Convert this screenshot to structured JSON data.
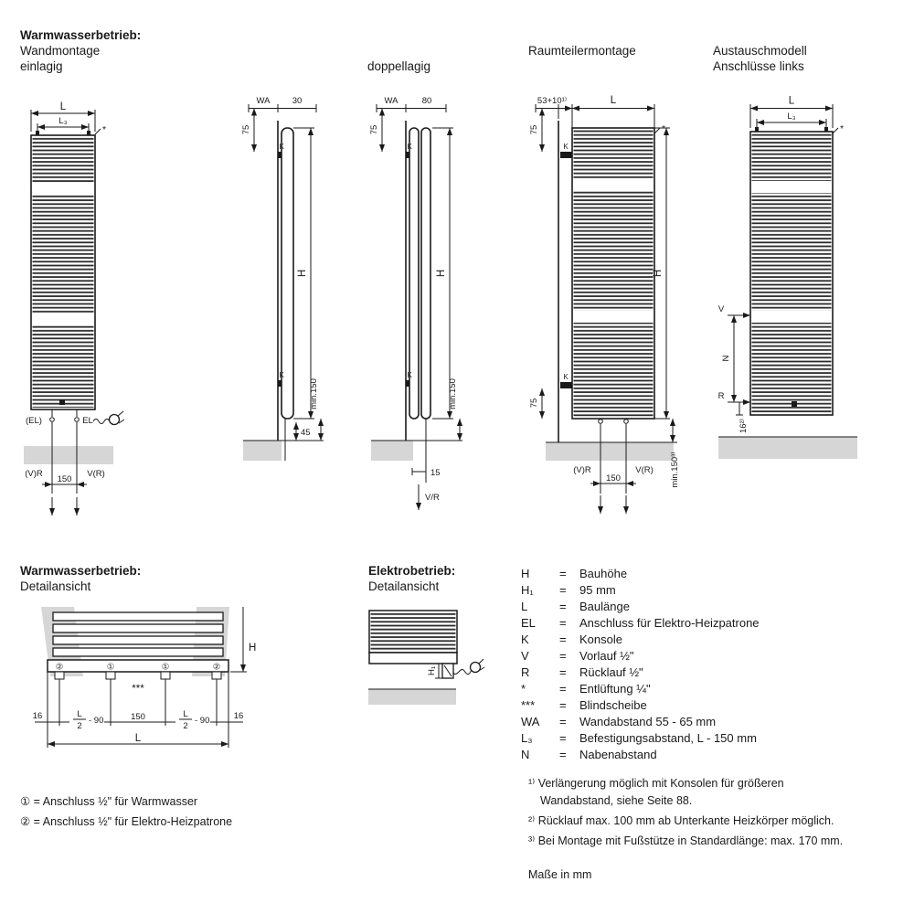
{
  "headers": {
    "top_left_title": "Warmwasserbetrieb:",
    "top_left_sub1": "Wandmontage",
    "top_left_sub2": "einlagig",
    "doppellagig": "doppellagig",
    "raumteiler": "Raumteilermontage",
    "austausch1": "Austauschmodell",
    "austausch2": "Anschlüsse links",
    "detail_title": "Warmwasserbetrieb:",
    "detail_sub": "Detailansicht",
    "electric_title": "Elektrobetrieb:",
    "electric_sub": "Detailansicht"
  },
  "d1": {
    "L": "L",
    "L3": "L₃",
    "vent": "*",
    "el_left": "(EL)",
    "el_right": "EL",
    "vr_left": "(V)R",
    "vr_right": "V(R)",
    "d150": "150"
  },
  "d2": {
    "WA": "WA",
    "d30": "30",
    "d75": "75",
    "k_top": "K",
    "k_bot": "K",
    "H": "H",
    "min150": "min.150",
    "d45": "45"
  },
  "d3": {
    "WA": "WA",
    "d80": "80",
    "d75": "75",
    "k_top": "K",
    "k_bot": "K",
    "H": "H",
    "min150": "min.150",
    "d15": "15",
    "vr": "V/R"
  },
  "d4": {
    "d53": "53+10¹⁾",
    "L": "L",
    "d75_top": "75",
    "d75_bot": "75",
    "k_top": "K",
    "k_bot": "K",
    "vent": "*",
    "H": "H",
    "vr_left": "(V)R",
    "vr_right": "V(R)",
    "d150": "150",
    "min150": "min.150³⁾"
  },
  "d5": {
    "L": "L",
    "L3": "L₃",
    "vent": "*",
    "V": "V",
    "N": "N",
    "R": "R",
    "d16": "16²⁾"
  },
  "detail": {
    "H": "H",
    "c2_left": "②",
    "c1_left": "①",
    "c1_right": "①",
    "c2_right": "②",
    "stars": "***",
    "d16_left": "16",
    "d16_right": "16",
    "frac_num": "L",
    "frac_den": "2",
    "frac_suffix": "- 90",
    "d150": "150",
    "L": "L"
  },
  "electric": {
    "H1": "H₁"
  },
  "legend": {
    "rows": [
      {
        "sym": "H",
        "eq": "=",
        "text": "Bauhöhe"
      },
      {
        "sym": "H₁",
        "eq": "=",
        "text": "95 mm"
      },
      {
        "sym": "L",
        "eq": "=",
        "text": "Baulänge"
      },
      {
        "sym": "EL",
        "eq": "=",
        "text": "Anschluss für Elektro-Heizpatrone"
      },
      {
        "sym": "K",
        "eq": "=",
        "text": "Konsole"
      },
      {
        "sym": "V",
        "eq": "=",
        "text": "Vorlauf ½\""
      },
      {
        "sym": "R",
        "eq": "=",
        "text": "Rücklauf ½\""
      },
      {
        "sym": "*",
        "eq": "=",
        "text": "Entlüftung ¼\""
      },
      {
        "sym": "***",
        "eq": "=",
        "text": "Blindscheibe"
      },
      {
        "sym": "WA",
        "eq": "=",
        "text": "Wandabstand 55 - 65 mm"
      },
      {
        "sym": "L₃",
        "eq": "=",
        "text": "Befestigungsabstand, L - 150 mm"
      },
      {
        "sym": "N",
        "eq": "=",
        "text": "Nabenabstand"
      }
    ]
  },
  "notes": {
    "n1": "① = Anschluss ½\" für Warmwasser",
    "n2": "② = Anschluss ½\" für Elektro-Heizpatrone"
  },
  "footnotes": {
    "f1a": "¹⁾ Verlängerung möglich mit Konsolen für größeren",
    "f1b": "Wandabstand, siehe Seite 88.",
    "f2": "²⁾ Rücklauf max. 100 mm ab Unterkante Heizkörper möglich.",
    "f3": "³⁾ Bei Montage mit Fußstütze in Standardlänge: max. 170 mm.",
    "units": "Maße in mm"
  },
  "colors": {
    "line": "#1a1a1a",
    "wall": "#d6d6d6"
  }
}
